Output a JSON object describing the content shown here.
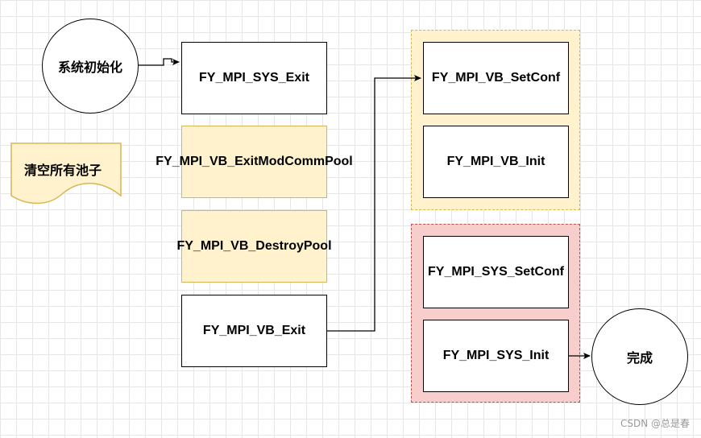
{
  "nodes": {
    "init": "系统初始化",
    "clear": "清空所有池子",
    "sys_exit": "FY_MPI_SYS_Exit",
    "vb_exit_mod": "FY_MPI_VB_ExitModCommPool",
    "vb_destroy": "FY_MPI_VB_DestroyPool",
    "vb_exit": "FY_MPI_VB_Exit",
    "vb_setconf": "FY_MPI_VB_SetConf",
    "vb_init": "FY_MPI_VB_Init",
    "sys_setconf": "FY_MPI_SYS_SetConf",
    "sys_init": "FY_MPI_SYS_Init",
    "done": "完成"
  },
  "colors": {
    "yellow_fill": "#fff2cc",
    "yellow_stroke": "#d6b656",
    "red_fill": "#f8cecc",
    "red_stroke": "#b85450"
  },
  "watermark": "CSDN @总是春"
}
